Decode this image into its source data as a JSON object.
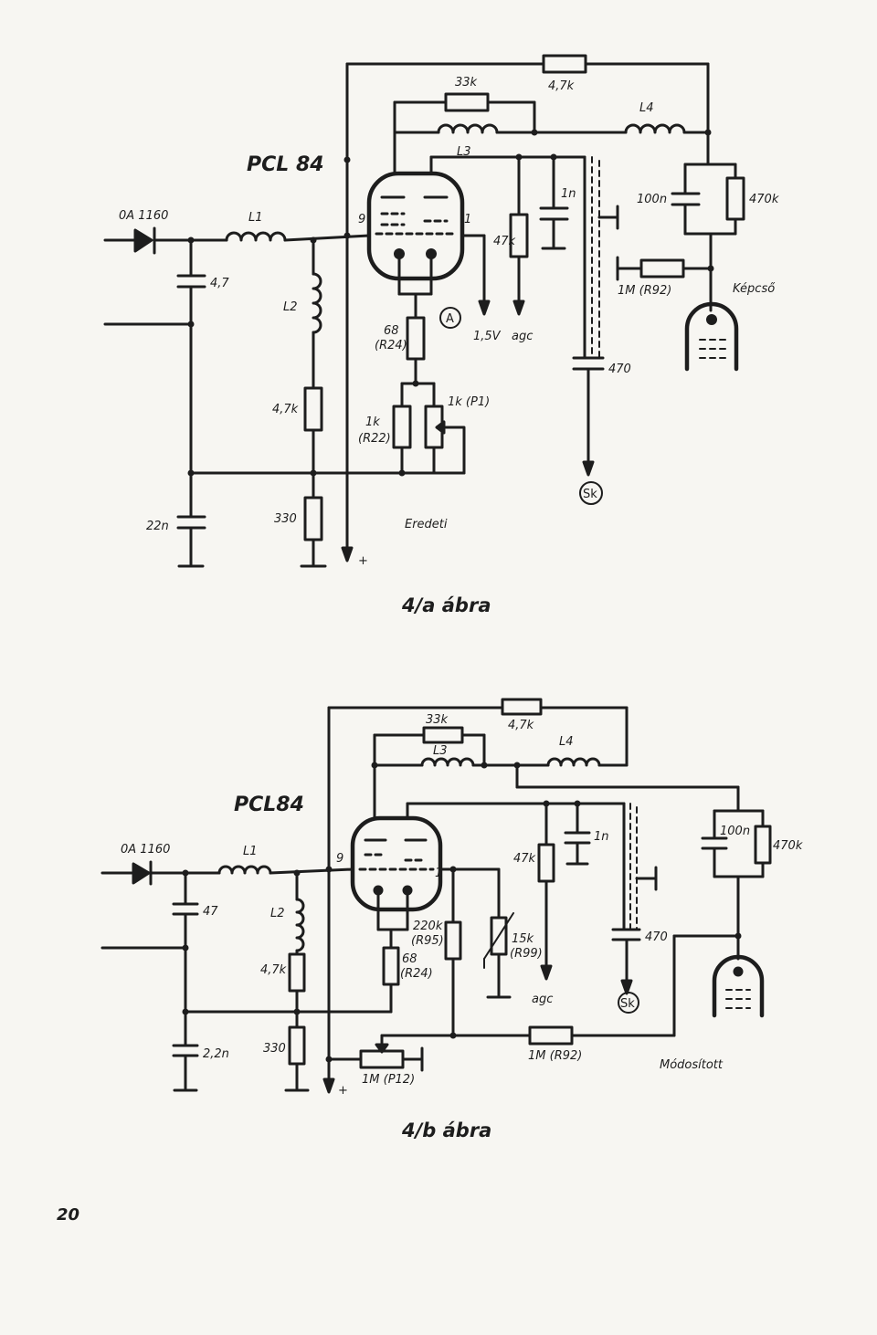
{
  "figure_a": {
    "tube": "PCL 84",
    "diode": "0A 1160",
    "pin_g": "9",
    "pin_k": "1",
    "L1": "L1",
    "L2": "L2",
    "L3": "L3",
    "L4": "L4",
    "c_in": "4,7",
    "r_l2": "4,7k",
    "c_22n": "22n",
    "r_330": "330",
    "r_68_value": "68",
    "r_68_ref": "(R24)",
    "r_1k_value": "1k",
    "r_1k_ref": "(R22)",
    "pot_1k": "1k (P1)",
    "marker": "A",
    "v15": "1,5V",
    "r_47k": "47k",
    "agc": "agc",
    "c_1n": "1n",
    "c_470": "470",
    "sk": "Sk",
    "r_33k": "33k",
    "r_4_7k": "4,7k",
    "c_100n": "100n",
    "r_470k": "470k",
    "r_1m": "1M (R92)",
    "kepcso": "Képcső",
    "eredeti": "Eredeti",
    "plus": "+",
    "caption": "4/a ábra"
  },
  "figure_b": {
    "tube": "PCL84",
    "diode": "0A 1160",
    "pin_g": "9",
    "pin_k": "1",
    "L1": "L1",
    "L2": "L2",
    "L3": "L3",
    "L4": "L4",
    "c_in": "47",
    "r_l2": "4,7k",
    "c_22n": "2,2n",
    "r_330": "330",
    "r_68_value": "68",
    "r_68_ref": "(R24)",
    "r_220k_value": "220k",
    "r_220k_ref": "(R95)",
    "r_15k_value": "15k",
    "r_15k_ref": "(R99)",
    "r_47k": "47k",
    "agc": "agc",
    "c_1n": "1n",
    "c_470": "470",
    "sk": "Sk",
    "r_33k": "33k",
    "r_4_7k": "4,7k",
    "c_100n": "100n",
    "r_470k": "470k",
    "r_1m": "1M (R92)",
    "pot_1m": "1M (P12)",
    "modositott": "Módosított",
    "plus": "+",
    "caption": "4/b ábra"
  },
  "page_number": "20"
}
